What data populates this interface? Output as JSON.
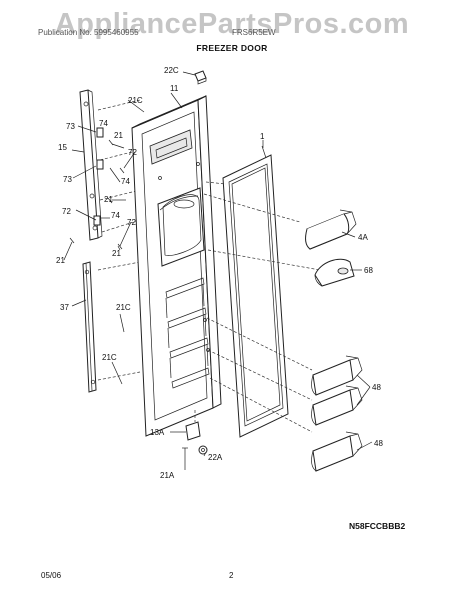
{
  "watermark": "AppliancePartsPros.com",
  "header": {
    "left": "Publication No. 5995460955",
    "right": "FRS6R5EW"
  },
  "title": "FREEZER DOOR",
  "model_code": "N58FCCBBB2",
  "footer": {
    "date": "05/06",
    "page": "2"
  },
  "callouts": {
    "c22c": "22C",
    "c11": "11",
    "c21c_a": "21C",
    "c73_a": "73",
    "c74_a": "74",
    "c21_a": "21",
    "c15": "15",
    "c72_a": "72",
    "c73_b": "73",
    "c74_b": "74",
    "c21_b": "21",
    "c72_b": "72",
    "c74_c": "74",
    "c72_c": "72",
    "c21_c": "21",
    "c21_d": "21",
    "c37": "37",
    "c21c_b": "21C",
    "c21c_c": "21C",
    "c1": "1",
    "c4a": "4A",
    "c68": "68",
    "c48_a": "48",
    "c48_b": "48",
    "c13a": "13A",
    "c22a": "22A",
    "c21a": "21A"
  }
}
